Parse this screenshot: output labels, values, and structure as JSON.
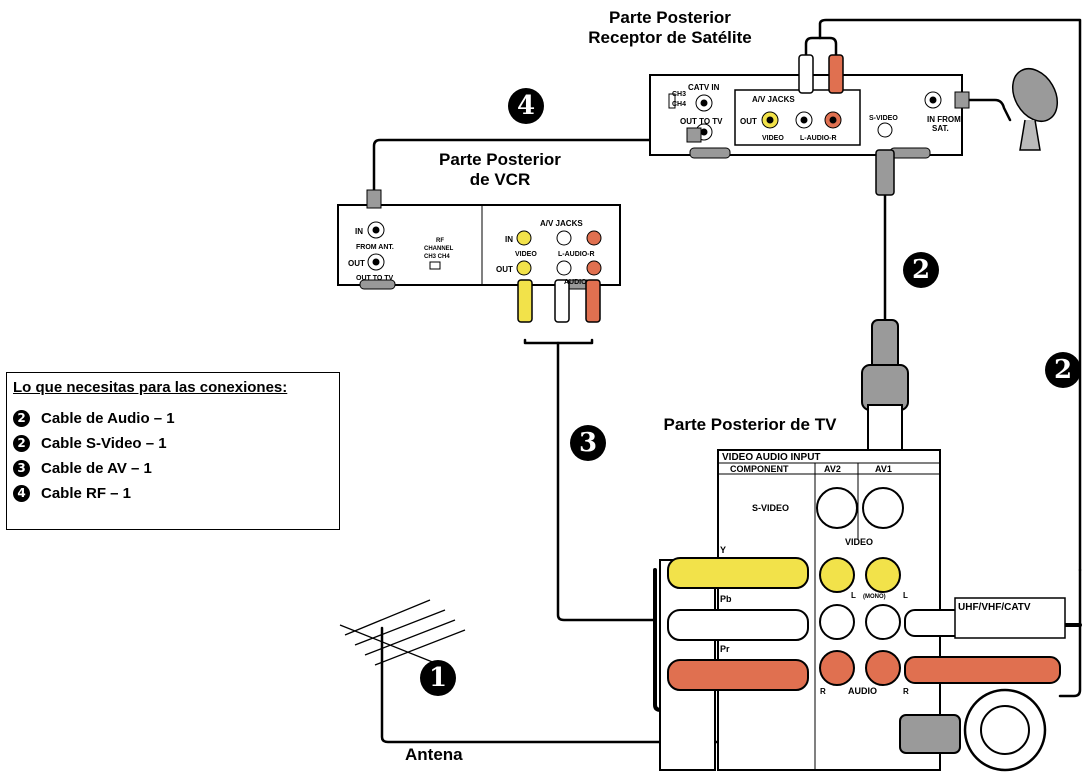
{
  "headings": {
    "satellite_line1": "Parte Posterior",
    "satellite_line2": "Receptor de Satélite",
    "vcr_line1": "Parte Posterior",
    "vcr_line2": "de VCR",
    "tv": "Parte Posterior de TV",
    "antenna": "Antena"
  },
  "steps": {
    "step1": "1",
    "step2_svideo": "2",
    "step2_audio": "2",
    "step3": "3",
    "step4": "4"
  },
  "needs_box": {
    "title": "Lo que necesitas para las conexiones:",
    "items": [
      {
        "num": "2",
        "label": "Cable de Audio – 1"
      },
      {
        "num": "2",
        "label": "Cable S-Video – 1"
      },
      {
        "num": "3",
        "label": "Cable de AV – 1"
      },
      {
        "num": "4",
        "label": "Cable RF – 1"
      }
    ]
  },
  "satellite_panel": {
    "catv_in": "CATV IN",
    "ch3": "CH3",
    "ch4": "CH4",
    "out_to_tv": "OUT TO TV",
    "av_jacks": "A/V JACKS",
    "out": "OUT",
    "video": "VIDEO",
    "l_audio_r": "L-AUDIO-R",
    "s_video": "S-VIDEO",
    "in_from": "IN FROM",
    "sat": "SAT."
  },
  "vcr_panel": {
    "in": "IN",
    "from_ant": "FROM ANT.",
    "out": "OUT",
    "out_to_tv": "OUT TO TV",
    "rf": "RF",
    "channel": "CHANNEL",
    "ch3_ch4": "CH3 CH4",
    "av_jacks": "A/V JACKS",
    "jack_in": "IN",
    "jack_out": "OUT",
    "video": "VIDEO",
    "l_audio_r": "L-AUDIO-R",
    "audio": "AUDIO"
  },
  "tv_panel": {
    "video_audio_input": "VIDEO AUDIO INPUT",
    "component": "COMPONENT",
    "av2": "AV2",
    "av1": "AV1",
    "s_video": "S-VIDEO",
    "video": "VIDEO",
    "mono": "(MONO)",
    "audio": "AUDIO",
    "y": "Y",
    "pb": "Pb",
    "pr": "Pr",
    "l": "L",
    "r": "R",
    "uhf_vhf_catv": "UHF/VHF/CATV"
  },
  "colors": {
    "yellow": "#f2e24a",
    "red": "#e07050",
    "white": "#ffffff",
    "gray": "#9a9a9a",
    "black": "#000000"
  }
}
